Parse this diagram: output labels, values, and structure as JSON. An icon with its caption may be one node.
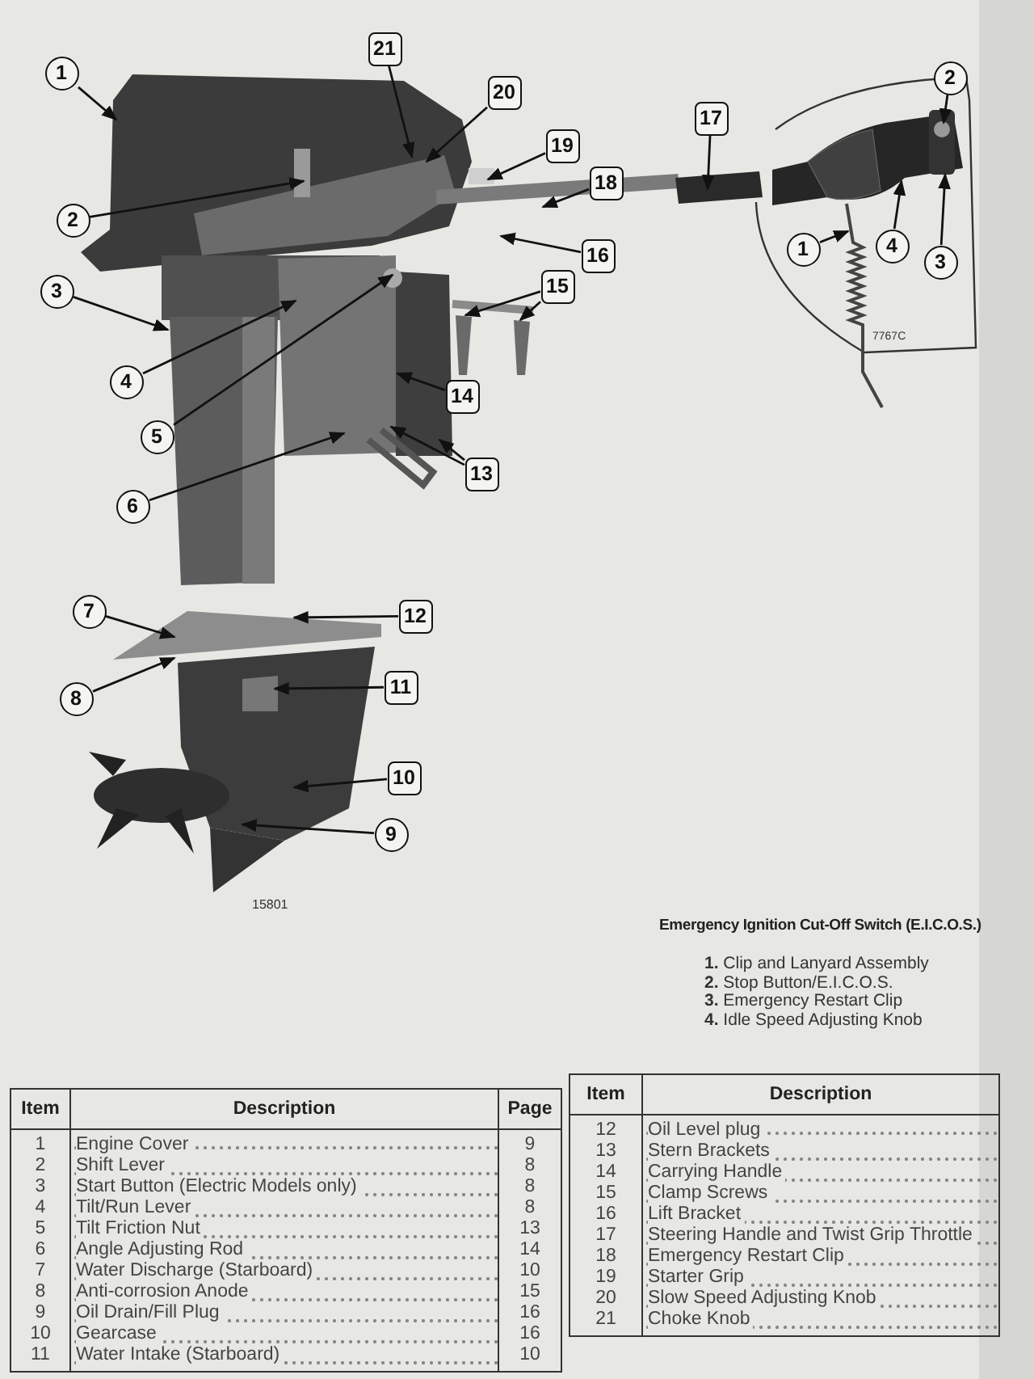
{
  "diagram": {
    "nodes": [
      {
        "text": [
          "1"
        ]
      },
      {
        "text": [
          "2"
        ]
      },
      {
        "text": [
          "3"
        ]
      },
      {
        "text": [
          "4"
        ]
      },
      {
        "text": [
          "5"
        ]
      },
      {
        "text": [
          "6"
        ]
      },
      {
        "text": [
          "7"
        ]
      },
      {
        "text": [
          "8"
        ]
      },
      {
        "text": [
          "9"
        ]
      },
      {
        "text": [
          "10"
        ]
      },
      {
        "text": [
          "11"
        ]
      },
      {
        "text": [
          "12"
        ]
      },
      {
        "text": [
          "13"
        ]
      },
      {
        "text": [
          "14"
        ]
      },
      {
        "text": [
          "15"
        ]
      },
      {
        "text": [
          "16"
        ]
      },
      {
        "text": [
          "17"
        ]
      },
      {
        "text": [
          "18"
        ]
      },
      {
        "text": [
          "19"
        ]
      },
      {
        "text": [
          "20"
        ]
      },
      {
        "text": [
          "21"
        ]
      },
      {
        "text": [
          "1"
        ]
      },
      {
        "text": [
          "2"
        ]
      },
      {
        "text": [
          "3"
        ]
      },
      {
        "text": [
          "4"
        ]
      }
    ],
    "edges": [
      {
        "from": 0,
        "to": null,
        "arrow": "to"
      },
      {
        "from": 1,
        "to": null,
        "arrow": "to"
      },
      {
        "from": 2,
        "to": null,
        "arrow": "to"
      },
      {
        "from": 3,
        "to": null,
        "arrow": "to"
      },
      {
        "from": 4,
        "to": null,
        "arrow": "to"
      },
      {
        "from": 5,
        "to": null,
        "arrow": "to"
      },
      {
        "from": 6,
        "to": null,
        "arrow": "to"
      },
      {
        "from": 7,
        "to": null,
        "arrow": "to"
      },
      {
        "from": 8,
        "to": null,
        "arrow": "to"
      },
      {
        "from": 9,
        "to": null,
        "arrow": "to"
      },
      {
        "from": 10,
        "to": null,
        "arrow": "to"
      },
      {
        "from": 11,
        "to": null,
        "arrow": "to"
      },
      {
        "from": 12,
        "to": null,
        "arrow": "to"
      },
      {
        "from": 12,
        "to": null,
        "arrow": "to"
      },
      {
        "from": 13,
        "to": null,
        "arrow": "to"
      },
      {
        "from": 14,
        "to": null,
        "arrow": "to"
      },
      {
        "from": 14,
        "to": null,
        "arrow": "to"
      },
      {
        "from": 15,
        "to": null,
        "arrow": "to"
      },
      {
        "from": 16,
        "to": null,
        "arrow": "to"
      },
      {
        "from": 17,
        "to": null,
        "arrow": "to"
      },
      {
        "from": 18,
        "to": null,
        "arrow": "to"
      },
      {
        "from": 19,
        "to": null,
        "arrow": "to"
      },
      {
        "from": 20,
        "to": null,
        "arrow": "to"
      },
      {
        "from": 21,
        "to": null,
        "arrow": "to"
      },
      {
        "from": 22,
        "to": null,
        "arrow": "to"
      },
      {
        "from": 23,
        "to": null,
        "arrow": "to"
      },
      {
        "from": 24,
        "to": null,
        "arrow": "to"
      }
    ],
    "labels": [
      "15801",
      "7767C",
      "Emergency Ignition Cut-Off Switch (E.I.C.O.S.)",
      "**1.** Clip and Lanyard Assembly",
      "**2.** Stop Button/E.I.C.O.S.",
      "**3.** Emergency Restart Clip",
      "**4.** Idle Speed Adjusting Knob",
      "Item",
      "Description",
      "Page",
      "1",
      "Engine Cover",
      "9",
      "2",
      "Shift Lever",
      "8",
      "3",
      "Start Button (Electric Models only)",
      "8",
      "4",
      "Tilt/Run Lever",
      "8",
      "5",
      "Tilt Friction Nut",
      "13",
      "6",
      "Angle Adjusting Rod",
      "14",
      "7",
      "Water Discharge (Starboard)",
      "10",
      "8",
      "Anti-corrosion Anode",
      "15",
      "9",
      "Oil Drain/Fill Plug",
      "16",
      "10",
      "Gearcase",
      "16",
      "11",
      "Water Intake (Starboard)",
      "10",
      "Item",
      "Description",
      "12",
      "Oil Level plug",
      "13",
      "Stern Brackets",
      "14",
      "Carrying Handle",
      "15",
      "Clamp Screws",
      "16",
      "Lift Bracket",
      "17",
      "Steering Handle and Twist Grip Throttle",
      "18",
      "Emergency Restart Clip",
      "19",
      "Starter Grip",
      "20",
      "Slow Speed Adjusting Knob",
      "21",
      "Choke Knob"
    ]
  }
}
